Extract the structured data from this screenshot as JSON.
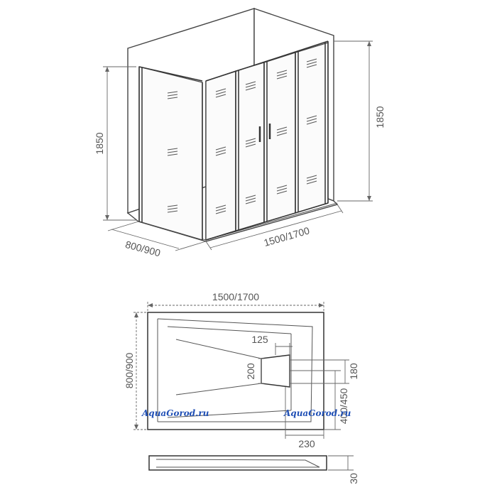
{
  "top_view": {
    "height_left": "1850",
    "height_right": "1850",
    "depth": "800/900",
    "width": "1500/1700"
  },
  "tray_plan": {
    "width": "1500/1700",
    "depth": "800/900",
    "drain_offset_x": "125",
    "drain_height": "200",
    "drain_offset_right": "180",
    "drain_y": "400/450",
    "drain_x": "230"
  },
  "tray_side": {
    "height": "30"
  },
  "watermarks": [
    "AquaGorod.ru",
    "AquaGorod.ru"
  ]
}
